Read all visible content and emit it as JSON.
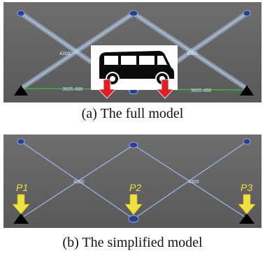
{
  "panel_a": {
    "caption": "(a) The full model",
    "member_labels": [
      "4300",
      "4300"
    ],
    "dimension_labels": [
      "3605.488",
      "3605.488"
    ]
  },
  "panel_b": {
    "caption": "(b) The simplified model",
    "member_labels": [
      "4300",
      "4300"
    ],
    "load_labels": [
      "P1",
      "P2",
      "P3"
    ]
  },
  "colors": {
    "background": "#606060",
    "member": "#a9c8ea",
    "member_thin": "#9ab6e8",
    "node": "#2a3f8f",
    "support": "#000000",
    "ground_line": "#33c733",
    "car_arrow": "#e02020",
    "load_arrow": "#f0e040"
  },
  "icons": [
    "van-icon",
    "load-arrow-icon",
    "support-triangle-icon"
  ]
}
